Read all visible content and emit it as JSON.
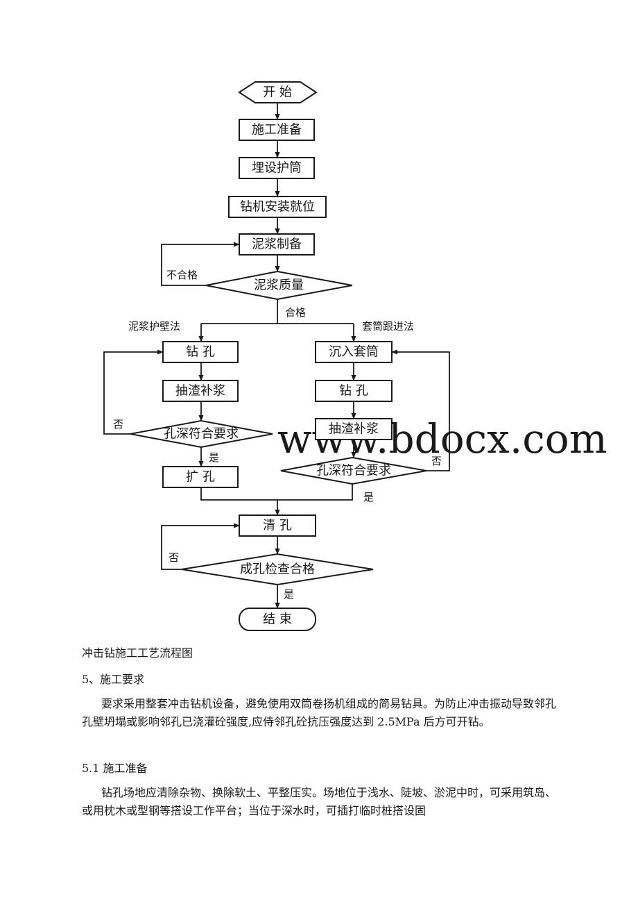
{
  "flowchart": {
    "start": "开 始",
    "prep": "施工准备",
    "casing": "埋设护筒",
    "rig": "钻机安装就位",
    "mud": "泥浆制备",
    "mud_quality": "泥浆质量",
    "mud_fail": "不合格",
    "mud_pass": "合格",
    "method_left": "泥浆护壁法",
    "method_right": "套筒跟进法",
    "drill_left": "钻 孔",
    "slag_left": "抽渣补浆",
    "depth_left": "孔深符合要求",
    "no_left": "否",
    "yes_left": "是",
    "ream": "扩 孔",
    "sink": "沉入套筒",
    "drill_right": "钻 孔",
    "slag_right": "抽渣补浆",
    "depth_right": "孔深符合要求",
    "no_right": "否",
    "yes_right": "是",
    "clean": "清 孔",
    "inspect": "成孔检查合格",
    "no_inspect": "否",
    "yes_inspect": "是",
    "end": "结 束",
    "watermark": "www.bdocx.com"
  },
  "document": {
    "caption": "冲击钻施工工艺流程图",
    "section5": "5、施工要求",
    "para1": "要求采用整套冲击钻机设备，避免使用双筒卷扬机组成的简易钻具。为防止冲击振动导致邻孔孔壁坍塌或影响邻孔已浇灌砼强度,应侍邻孔砼抗压强度达到 2.5MPa 后方可开钻。",
    "section51": "5.1 施工准备",
    "para2": "钻孔场地应清除杂物、换除软土、平整压实。场地位于浅水、陡坡、淤泥中时，可采用筑岛、或用枕木或型钢等搭设工作平台；当位于深水时，可插打临时桩搭设固"
  }
}
